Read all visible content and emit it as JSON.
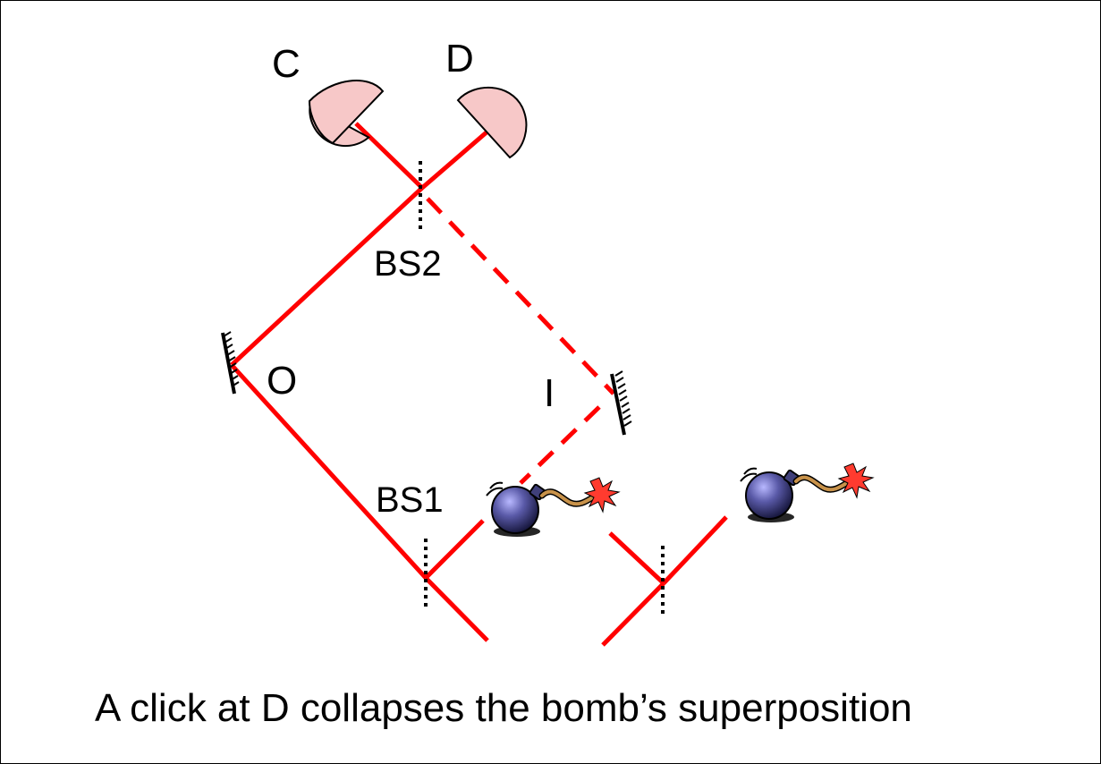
{
  "labels": {
    "detector_c": "C",
    "detector_d": "D",
    "beamsplitter_2": "BS2",
    "beamsplitter_1": "BS1",
    "mirror_outer": "O",
    "mirror_inner": "I"
  },
  "caption": "A click at D collapses the bomb’s superposition",
  "colors": {
    "beam": "#ff0000",
    "detector_fill": "#f7c8c8",
    "bomb_body": "#4c4c9e",
    "fuse": "#c08040",
    "spark": "#ff3b2f",
    "ink": "#000000"
  },
  "icons": {
    "detector": "half-disc-detector-icon",
    "mirror": "hatched-mirror-icon",
    "beamsplitter": "dotted-beamsplitter-icon",
    "bomb": "bomb-icon"
  }
}
